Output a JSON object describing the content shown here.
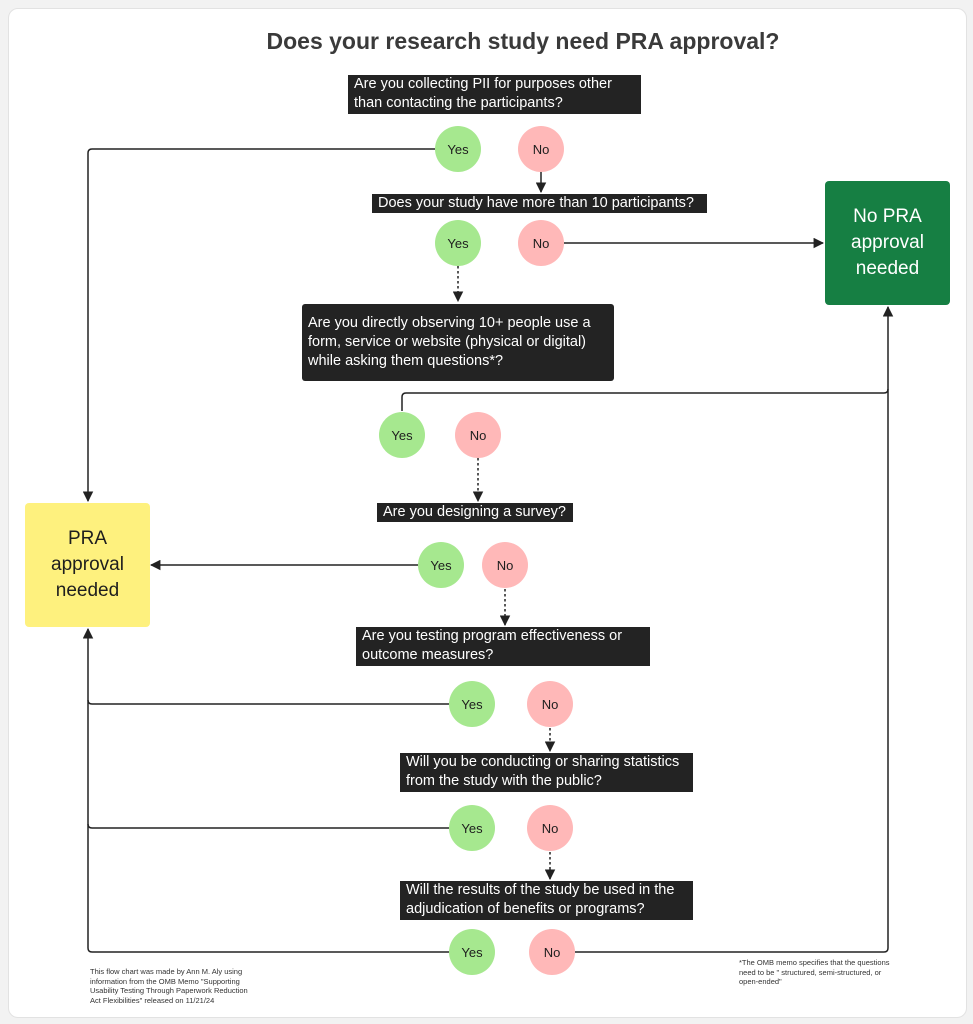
{
  "title": "Does your research study need PRA approval?",
  "questions": {
    "q1": [
      "Are you collecting PII for purposes other",
      "than contacting the participants?"
    ],
    "q2": [
      "Does your study have more than 10 participants?"
    ],
    "q3": [
      "Are you directly observing 10+ people use a",
      "form, service or website (physical or digital)",
      "while asking them questions*?"
    ],
    "q4": [
      "Are you designing a survey?"
    ],
    "q5": [
      "Are you testing program effectiveness or",
      "outcome measures?"
    ],
    "q6": [
      "Will you be conducting or sharing statistics",
      "from the study with the public?"
    ],
    "q7": [
      "Will the results of the study be used in the",
      "adjudication of benefits or programs?"
    ]
  },
  "answers": {
    "yes": "Yes",
    "no": "No"
  },
  "outcomes": {
    "no_pra": [
      "No PRA",
      "approval",
      "needed"
    ],
    "pra": [
      "PRA",
      "approval",
      "needed"
    ]
  },
  "notes": {
    "credit": [
      "This flow chart was made by Ann M. Aly using",
      "information from the OMB Memo \"Supporting",
      "Usability Testing Through Paperwork Reduction",
      "Act Flexibilities\" released on 11/21/24"
    ],
    "footnote": [
      "*The OMB memo specifies that the questions",
      "need to be \" structured, semi-structured, or",
      "open-ended\""
    ]
  },
  "colors": {
    "yes_fill": "#a6e88f",
    "no_fill": "#ffb8b8",
    "no_pra_fill": "#167f43",
    "pra_fill": "#fef17e",
    "question_fill": "#232323",
    "connector": "#222222"
  }
}
